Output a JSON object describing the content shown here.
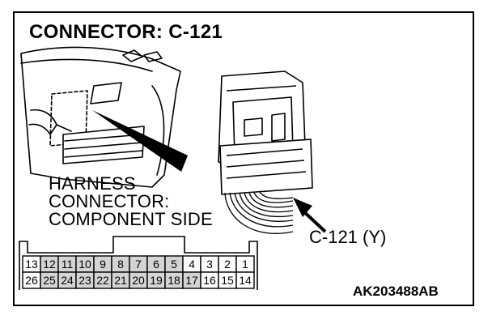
{
  "title": "CONNECTOR: C-121",
  "harness_label": [
    "HARNESS",
    "CONNECTOR:",
    "COMPONENT SIDE"
  ],
  "callout_label": "C-121 (Y)",
  "diagram_code": "AK203488AB",
  "connector": {
    "top_row": [
      "13",
      "12",
      "11",
      "10",
      "9",
      "8",
      "7",
      "6",
      "5",
      "4",
      "3",
      "2",
      "1"
    ],
    "bottom_row": [
      "26",
      "25",
      "24",
      "23",
      "22",
      "21",
      "20",
      "19",
      "18",
      "17",
      "16",
      "15",
      "14"
    ],
    "shaded_pins": [
      "12",
      "11",
      "10",
      "9",
      "8",
      "7",
      "6",
      "5",
      "25",
      "24",
      "23",
      "22",
      "21",
      "20",
      "19",
      "18",
      "17"
    ]
  }
}
